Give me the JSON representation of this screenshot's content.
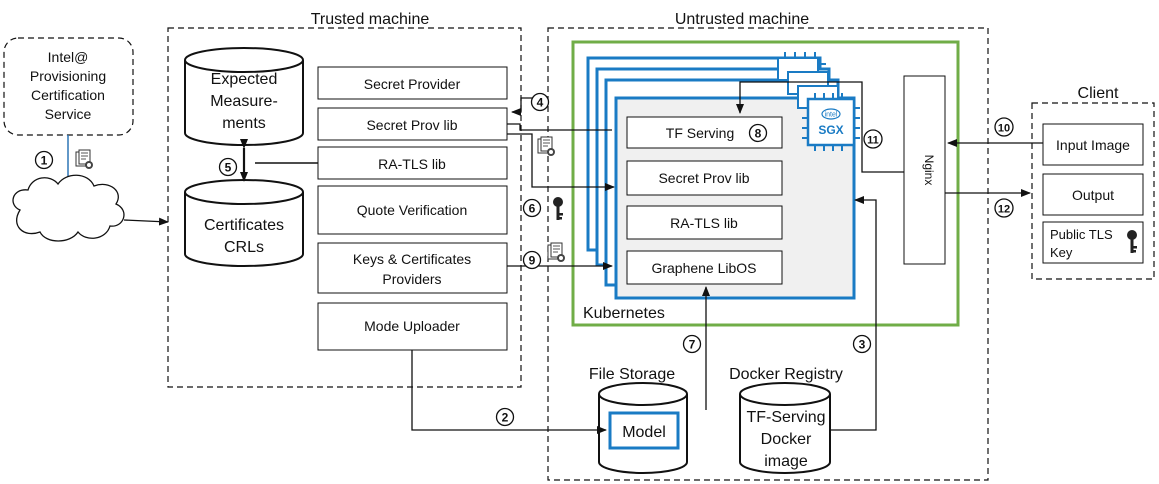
{
  "sections": {
    "trusted": "Trusted machine",
    "untrusted": "Untrusted machine",
    "client": "Client",
    "kubernetes": "Kubernetes",
    "file_storage": "File Storage",
    "docker_registry": "Docker Registry"
  },
  "intel_service": [
    "Intel@",
    "Provisioning",
    "Certification",
    "Service"
  ],
  "databases": {
    "expected": [
      "Expected",
      "Measure-",
      "ments"
    ],
    "certs": [
      "Certificates",
      "CRLs"
    ]
  },
  "trusted_boxes": {
    "secret_provider": "Secret Provider",
    "secret_prov_lib": "Secret Prov lib",
    "ra_tls_lib": "RA-TLS lib",
    "quote_verification": "Quote Verification",
    "keys_certs": [
      "Keys & Certificates",
      "Providers"
    ],
    "mode_uploader": "Mode Uploader"
  },
  "enclave": {
    "tf_serving": "TF Serving",
    "secret_prov_lib": "Secret Prov lib",
    "ra_tls_lib": "RA-TLS lib",
    "graphene": "Graphene LibOS",
    "chip_brand": "intel",
    "chip_label": "SGX"
  },
  "nginx": "Nginx",
  "client_boxes": {
    "input": "Input Image",
    "output": "Output",
    "public_key": [
      "Public TLS",
      "Key"
    ]
  },
  "storage": {
    "model": "Model",
    "tf_docker": [
      "TF-Serving",
      "Docker",
      "image"
    ]
  },
  "steps": [
    "1",
    "2",
    "3",
    "4",
    "5",
    "6",
    "7",
    "8",
    "9",
    "10",
    "11",
    "12"
  ],
  "icons": [
    "certificate-icon",
    "key-icon",
    "sgx-chip-icon",
    "cloud-icon"
  ],
  "colors": {
    "kubernetes_border": "#70ad47",
    "enclave_blue": "#1a7bc4",
    "enclave_fill": "#f0f0f0"
  }
}
